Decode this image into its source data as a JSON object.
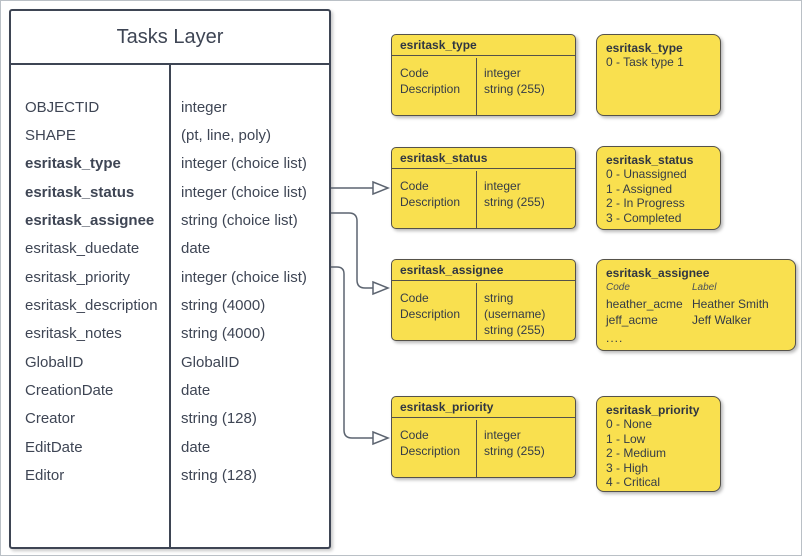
{
  "colors": {
    "yellow_fill": "#F9E04F",
    "yellow_stroke": "#55524A",
    "table_stroke": "#3E4554",
    "connector": "#5C6470"
  },
  "tasks_layer": {
    "title": "Tasks Layer",
    "fields": [
      {
        "name": "OBJECTID",
        "type": "integer"
      },
      {
        "name": "SHAPE",
        "type": "(pt, line, poly)"
      },
      {
        "name": "esritask_type",
        "type": "integer (choice list)"
      },
      {
        "name": "esritask_status",
        "type": "integer (choice list)"
      },
      {
        "name": "esritask_assignee",
        "type": "string (choice list)"
      },
      {
        "name": "esritask_duedate",
        "type": "date"
      },
      {
        "name": "esritask_priority",
        "type": "integer (choice list)"
      },
      {
        "name": "esritask_description",
        "type": "string (4000)"
      },
      {
        "name": "esritask_notes",
        "type": "string (4000)"
      },
      {
        "name": "GlobalID",
        "type": "GlobalID"
      },
      {
        "name": "CreationDate",
        "type": "date"
      },
      {
        "name": "Creator",
        "type": "string (128)"
      },
      {
        "name": "EditDate",
        "type": "date"
      },
      {
        "name": "Editor",
        "type": "string (128)"
      }
    ]
  },
  "structure_boxes": [
    {
      "title": "esritask_type",
      "code_label": "Code",
      "description_label": "Description",
      "code_type": "integer",
      "description_type": "string (255)"
    },
    {
      "title": "esritask_status",
      "code_label": "Code",
      "description_label": "Description",
      "code_type": "integer",
      "description_type": "string (255)"
    },
    {
      "title": "esritask_assignee",
      "code_label": "Code",
      "description_label": "Description",
      "code_type": "string (username)",
      "description_type": "string (255)"
    },
    {
      "title": "esritask_priority",
      "code_label": "Code",
      "description_label": "Description",
      "code_type": "integer",
      "description_type": "string (255)"
    }
  ],
  "value_boxes": [
    {
      "title": "esritask_type",
      "lines": [
        "0 - Task type 1"
      ]
    },
    {
      "title": "esritask_status",
      "lines": [
        "0 - Unassigned",
        "1 - Assigned",
        "2 - In Progress",
        "3 - Completed"
      ]
    },
    {
      "title": "esritask_assignee",
      "col_code": "Code",
      "col_label": "Label",
      "rows": [
        {
          "code": "heather_acme",
          "label": "Heather Smith"
        },
        {
          "code": "jeff_acme",
          "label": "Jeff Walker"
        }
      ],
      "ellipsis": "...."
    },
    {
      "title": "esritask_priority",
      "lines": [
        "0 - None",
        "1 - Low",
        "2 - Medium",
        "3 - High",
        "4 - Critical"
      ]
    }
  ]
}
